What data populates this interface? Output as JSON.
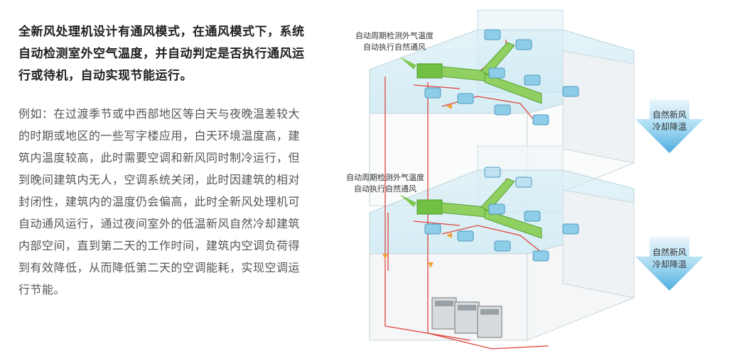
{
  "text": {
    "heading": "全新风处理机设计有通风模式，在通风模式下，系统自动检测室外空气温度，并自动判定是否执行通风运行或待机，自动实现节能运行。",
    "body": "例如：在过渡季节或中西部地区等白天与夜晚温差较大的时期或地区的一些写字楼应用，白天环境温度高，建筑内温度较高，此时需要空调和新风同时制冷运行，但到晚间建筑内无人，空调系统关闭，此时因建筑的相对封闭性，建筑内的温度仍会偏高，此时全新风处理机可自动通风运行，通过夜间室外的低温新风自然冷却建筑内部空间，直到第二天的工作时间，建筑内空调负荷得到有效降低，从而降低第二天的空调能耗，实现空调运行节能。"
  },
  "diagram": {
    "upper_label": [
      "自动周期检测外气温度",
      "自动执行自然通风"
    ],
    "lower_label": [
      "自动周期检测外气温度",
      "自动执行自然通风"
    ],
    "arrow_upper": [
      "自然新风",
      "冷却降温"
    ],
    "arrow_lower": [
      "自然新风",
      "冷却降温"
    ]
  },
  "colors": {
    "duct_green": "#7ec850",
    "cassette_blue": "#8ecde8",
    "floor_glass": "#cbeaf3",
    "pipe_red": "#e0443c",
    "arrow_blue": "#5bb6e3"
  }
}
